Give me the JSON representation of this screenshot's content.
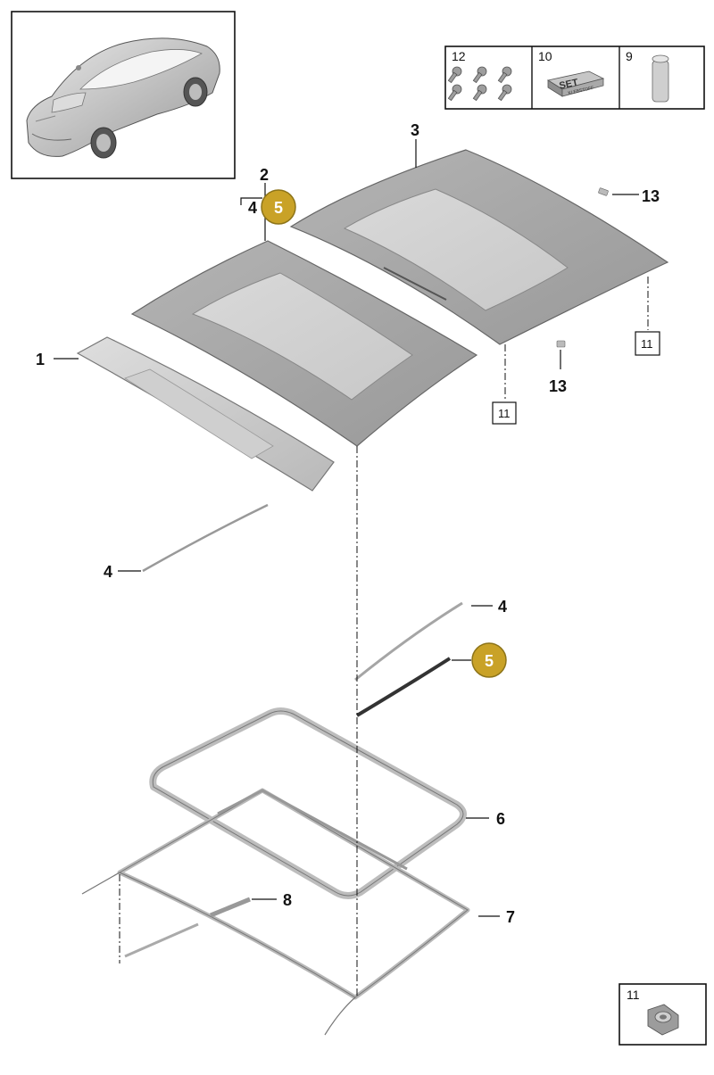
{
  "callouts": {
    "p1": "1",
    "p2": "2",
    "p3": "3",
    "p4a": "4",
    "p4b": "4",
    "p4c": "4",
    "p5a": "5",
    "p5b": "5",
    "p6": "6",
    "p7": "7",
    "p8": "8",
    "p13a": "13",
    "p13b": "13",
    "p11a": "11",
    "p11b": "11"
  },
  "parts_table": {
    "cell_12": "12",
    "cell_10": "10",
    "cell_9": "9",
    "set_label": "SET",
    "set_sublabel": "KLEBSTOFF"
  },
  "detail_box": {
    "label": "11"
  },
  "colors": {
    "badge": "#c9a227",
    "panel": "#a9a9a9",
    "glass": "#d4d4d4"
  }
}
